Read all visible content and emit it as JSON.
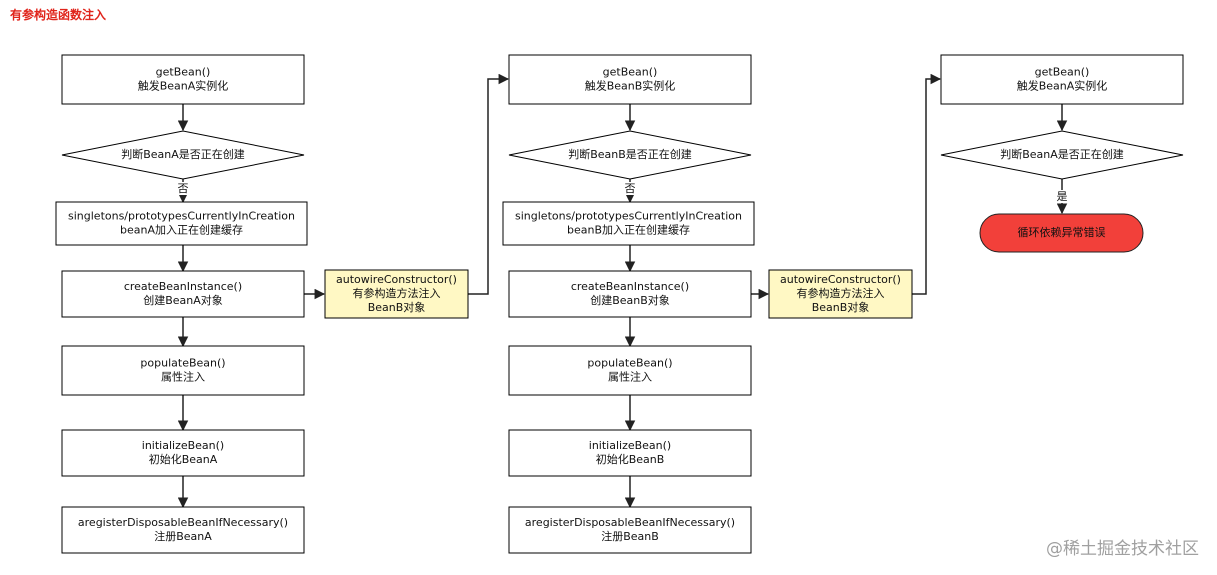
{
  "title": "有参构造函数注入",
  "watermark": "@稀土掘金技术社区",
  "colors": {
    "title": "#e0241b",
    "highlight_fill": "#fff8c4",
    "error_fill": "#f2403a",
    "watermark": "#a0a0a0"
  },
  "nodes": {
    "a_getbean": [
      "getBean()",
      "触发BeanA实例化"
    ],
    "a_judge": [
      "判断BeanA是否正在创建"
    ],
    "a_singletons": [
      "singletons/prototypesCurrentlyInCreation",
      "beanA加入正在创建缓存"
    ],
    "a_create": [
      "createBeanInstance()",
      "创建BeanA对象"
    ],
    "a_populate": [
      "populateBean()",
      "属性注入"
    ],
    "a_init": [
      "initializeBean()",
      "初始化BeanA"
    ],
    "a_register": [
      "aregisterDisposableBeanIfNecessary()",
      "注册BeanA"
    ],
    "a_autowire": [
      "autowireConstructor()",
      "有参构造方法注入",
      "BeanB对象"
    ],
    "b_getbean": [
      "getBean()",
      "触发BeanB实例化"
    ],
    "b_judge": [
      "判断BeanB是否正在创建"
    ],
    "b_singletons": [
      "singletons/prototypesCurrentlyInCreation",
      "beanB加入正在创建缓存"
    ],
    "b_create": [
      "createBeanInstance()",
      "创建BeanB对象"
    ],
    "b_populate": [
      "populateBean()",
      "属性注入"
    ],
    "b_init": [
      "initializeBean()",
      "初始化BeanB"
    ],
    "b_register": [
      "aregisterDisposableBeanIfNecessary()",
      "注册BeanB"
    ],
    "b_autowire": [
      "autowireConstructor()",
      "有参构造方法注入",
      "BeanB对象"
    ],
    "c_getbean": [
      "getBean()",
      "触发BeanA实例化"
    ],
    "c_judge": [
      "判断BeanA是否正在创建"
    ],
    "c_error": [
      "循环依赖异常错误"
    ]
  },
  "edge_labels": {
    "a_no": "否",
    "b_no": "否",
    "c_yes": "是"
  }
}
